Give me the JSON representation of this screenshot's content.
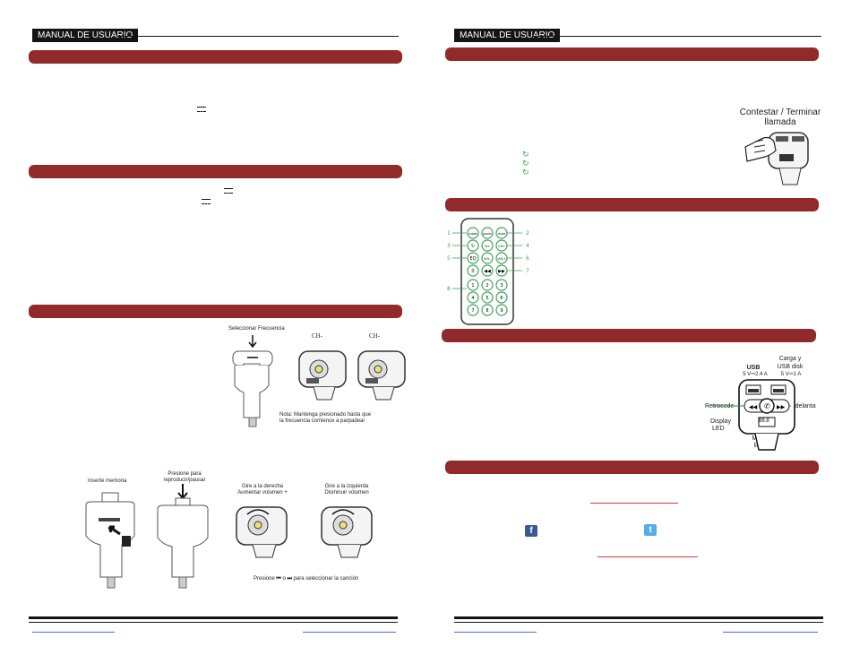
{
  "header": {
    "label": "MANUAL DE USUARIO"
  },
  "left": {
    "fm": {
      "select_frequency": "Seleccionar Frecuencia",
      "ch_minus": "CH-",
      "ch_plus": "CH-",
      "note_line1": "Nota: Mantenga presionado hasta que",
      "note_line2": "la frecuencia comience a parpadear"
    },
    "playback": {
      "insert_memory": "Inserte memoria",
      "press_line1": "Presione para",
      "press_line2": "reproducir/pausar",
      "vol_up_line1": "Gire a la derecha",
      "vol_up_line2": "Aumentar volumen +",
      "vol_down_line1": "Gire a la izquierda",
      "vol_down_line2": "Disminuir volumen",
      "track_pre": "Presione",
      "track_mid": "o",
      "track_post": "para seleccionar la canción"
    }
  },
  "right": {
    "call": {
      "line1": "Contestar / Terminar",
      "line2": "llamada"
    },
    "remote": {
      "callouts": [
        "1",
        "2",
        "3",
        "4",
        "5",
        "6",
        "7",
        "8"
      ],
      "buttons": [
        "mode",
        "power",
        "mute",
        "↻",
        "CH-",
        "CH+",
        "EQ",
        "VOL-",
        "VOL+",
        "0",
        "◀◀",
        "▶▶",
        "1",
        "2",
        "3",
        "4",
        "5",
        "6",
        "7",
        "8",
        "9"
      ]
    },
    "device": {
      "usb": "USB",
      "usb_spec": "5 V⎓2.4 A",
      "charge_line1": "Carga y",
      "charge_line2": "USB disk",
      "charge_spec": "5 V⎓1 A",
      "retrocede": "Retrocede",
      "adelanta": "Adelanta",
      "display_line1": "Display",
      "display_line2": "LED",
      "handsfree_line1": "Manos",
      "handsfree_line2": "libres",
      "screen": "88.8"
    }
  },
  "colors": {
    "section_bar": "#912a2b",
    "link": "#4a70c9",
    "accent_green": "#3aa655"
  }
}
